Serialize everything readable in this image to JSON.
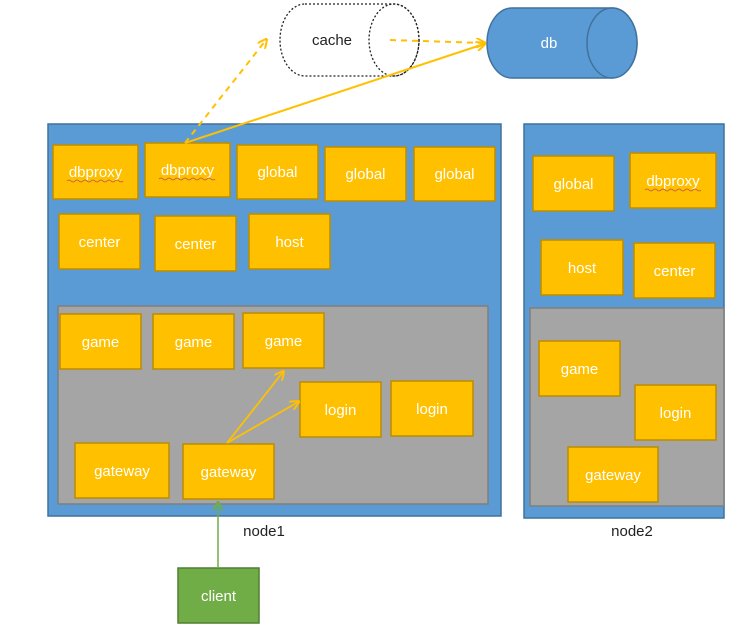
{
  "colors": {
    "node_bg": "#5B9BD5",
    "node_border": "#41719C",
    "inner_bg": "#A5A5A5",
    "inner_border": "#7F7F7F",
    "service_fill": "#FFC000",
    "service_border": "#BC8C00",
    "client_fill": "#70AD47",
    "client_border": "#507E32",
    "arrow_orange": "#FFC000",
    "arrow_green": "#70AD47",
    "db_fill": "#5B9BD5"
  },
  "stores": {
    "cache": "cache",
    "db": "db"
  },
  "node1": {
    "label": "node1",
    "services": [
      "dbproxy",
      "dbproxy",
      "global",
      "global",
      "global",
      "center",
      "center",
      "host"
    ],
    "inner": [
      "game",
      "game",
      "game",
      "login",
      "login",
      "gateway",
      "gateway"
    ]
  },
  "node2": {
    "label": "node2",
    "services": [
      "global",
      "dbproxy",
      "host",
      "center"
    ],
    "inner": [
      "game",
      "login",
      "gateway"
    ]
  },
  "client": {
    "label": "client"
  }
}
